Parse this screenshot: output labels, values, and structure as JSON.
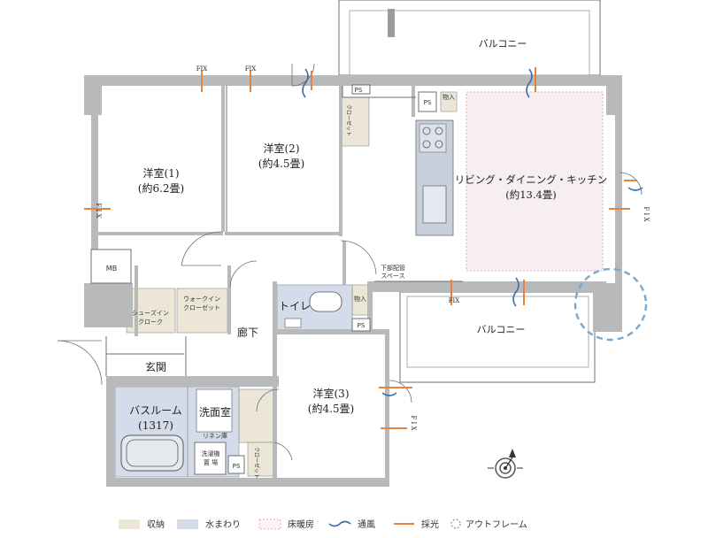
{
  "rooms": {
    "western1": {
      "name": "洋室(1)",
      "size": "(約6.2畳)"
    },
    "western2": {
      "name": "洋室(2)",
      "size": "(約4.5畳)"
    },
    "western3": {
      "name": "洋室(3)",
      "size": "(約4.5畳)"
    },
    "ldk": {
      "name": "リビング・ダイニング・キッチン",
      "size": "(約13.4畳)"
    },
    "bath": {
      "name": "バスルーム",
      "size": "(1317)"
    },
    "wash": {
      "name": "洗面室"
    },
    "toilet": {
      "name": "トイレ"
    },
    "hall": {
      "name": "廊下"
    },
    "entrance": {
      "name": "玄関"
    }
  },
  "labels": {
    "balcony_top": "バルコニー",
    "balcony_right": "バルコニー",
    "fix": "FIX",
    "fix_vertical": "F I X",
    "mb": "MB",
    "ps": "PS",
    "storage": "物入",
    "closet": "クローゼット",
    "shoes_line1": "シューズイン",
    "shoes_line2": "クローク",
    "walkin_line1": "ウォークイン",
    "walkin_line2": "クローゼット",
    "piping_line1": "下部配管",
    "piping_line2": "スペース",
    "linen": "リネン庫",
    "washer_line1": "洗濯機",
    "washer_line2": "置 場"
  },
  "legend": [
    {
      "label": "収納",
      "kind": "storage",
      "color": "#ece6d6"
    },
    {
      "label": "水まわり",
      "kind": "water",
      "color": "#d4dbe9"
    },
    {
      "label": "床暖房",
      "kind": "floorheat",
      "color": "#e2a5b3"
    },
    {
      "label": "通風",
      "kind": "airflow",
      "color": "#3b6ea8"
    },
    {
      "label": "採光",
      "kind": "light",
      "color": "#e8833a"
    },
    {
      "label": "アウトフレーム",
      "kind": "outframe",
      "color": "#7aa6cf"
    }
  ]
}
